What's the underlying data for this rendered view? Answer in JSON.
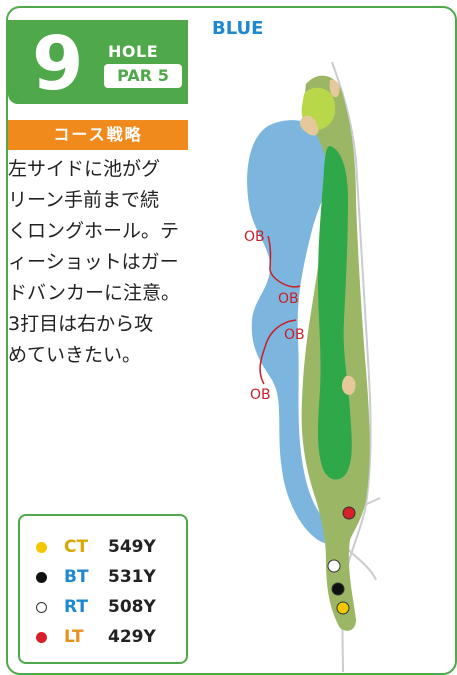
{
  "hole": {
    "number": "9",
    "label": "HOLE",
    "par": "PAR 5"
  },
  "tees_label": "BLUE",
  "strategy": {
    "title": "コース戦略",
    "lines": [
      "左サイドに池がグ",
      "リーン手前まで続",
      "くロングホール。テ",
      "ィーショットはガー",
      "ドバンカーに注意。",
      "3打目は右から攻",
      "めていきたい。"
    ]
  },
  "yardages": [
    {
      "tee": "CT",
      "yards": "549Y",
      "color": "#f3c800",
      "name_color": "#d9a800"
    },
    {
      "tee": "BT",
      "yards": "531Y",
      "color": "#111111",
      "name_color": "#1e88d0"
    },
    {
      "tee": "RT",
      "yards": "508Y",
      "color": "#ffffff",
      "name_color": "#1e88d0"
    },
    {
      "tee": "LT",
      "yards": "429Y",
      "color": "#d8202a",
      "name_color": "#e8901c"
    }
  ],
  "map": {
    "ob_labels": [
      "OB",
      "OB",
      "OB",
      "OB"
    ],
    "colors": {
      "rough": "#9bb766",
      "fairway": "#2ea848",
      "green": "#b8d84a",
      "water": "#7cb6de",
      "bunker": "#e6c99a",
      "ob_line": "#c8202a"
    }
  }
}
